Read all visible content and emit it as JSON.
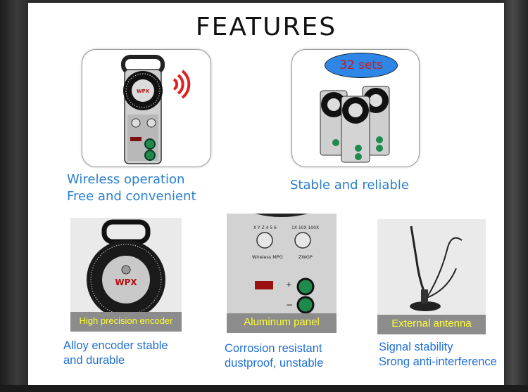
{
  "title": "FEATURES",
  "top_cards": [
    {
      "caption_lines": [
        "Wireless operation",
        "Free and convenient"
      ],
      "logo_text": "WPX"
    },
    {
      "badge": "32 sets",
      "caption": "Stable and reliable"
    }
  ],
  "bottom_items": [
    {
      "label": "High precision encoder",
      "caption_lines": [
        "Alloy encoder stable",
        "and durable"
      ]
    },
    {
      "label": "Aluminum panel",
      "caption_lines": [
        "Corrosion resistant",
        "dustproof, unstable"
      ],
      "panel_texts": {
        "wireless": "Wireless MPG",
        "zwgp": "ZWGP",
        "axes": "X Y Z 4 5 6",
        "ranges": "1X 10X 100X"
      }
    },
    {
      "label": "External antenna",
      "caption_lines": [
        "Signal stability",
        "Srong anti-interference"
      ]
    }
  ],
  "colors": {
    "caption_blue": "#2a7fd0",
    "label_yellow": "#ffff33",
    "label_bg": "#8c8c8c",
    "badge_blue": "#2e86e6",
    "badge_text": "#d01818",
    "signal_red": "#e02020",
    "button_green": "#1f8a4c"
  }
}
